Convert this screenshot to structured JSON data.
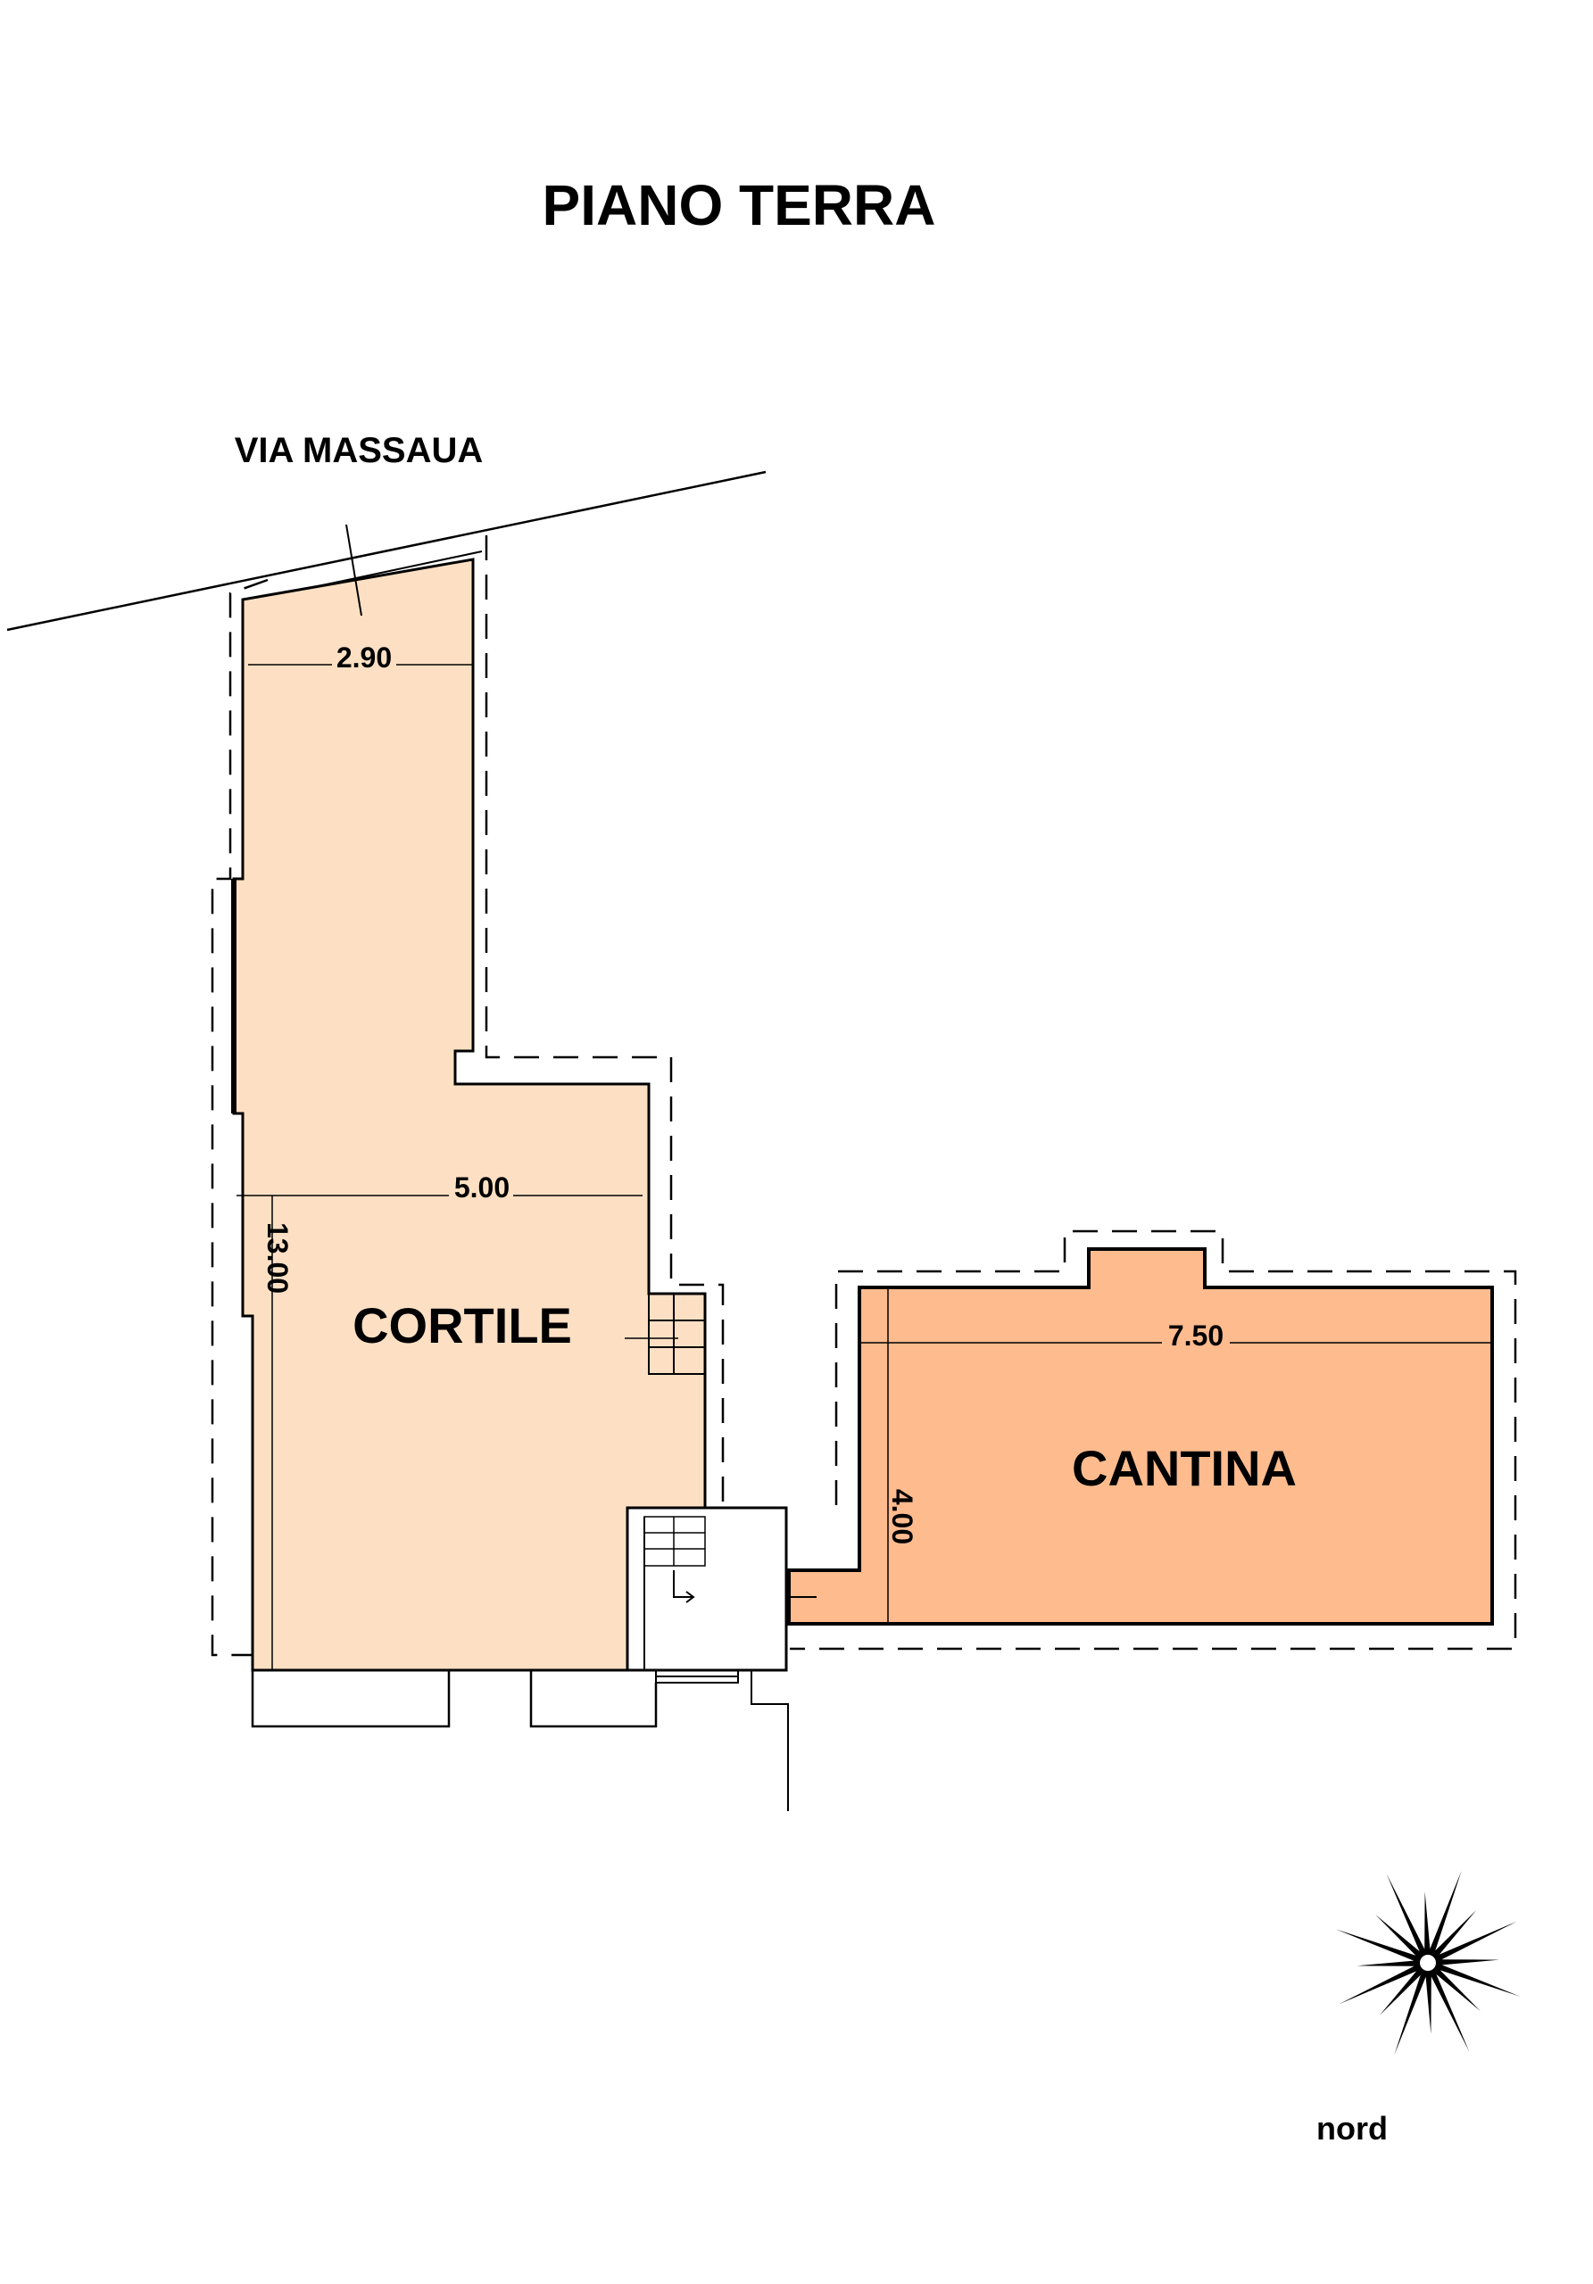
{
  "title": "PIANO TERRA",
  "street": "VIA MASSAUA",
  "rooms": {
    "cortile": {
      "label": "CORTILE",
      "fill": "#fde0c4"
    },
    "cantina": {
      "label": "CANTINA",
      "fill": "#fdbb8e"
    }
  },
  "dimensions": {
    "cortile_top_width": "2.90",
    "cortile_mid_width": "5.00",
    "cortile_height": "13.00",
    "cantina_width": "7.50",
    "cantina_height": "4.00"
  },
  "compass": {
    "label": "nord",
    "icon": "compass-rose-icon"
  }
}
